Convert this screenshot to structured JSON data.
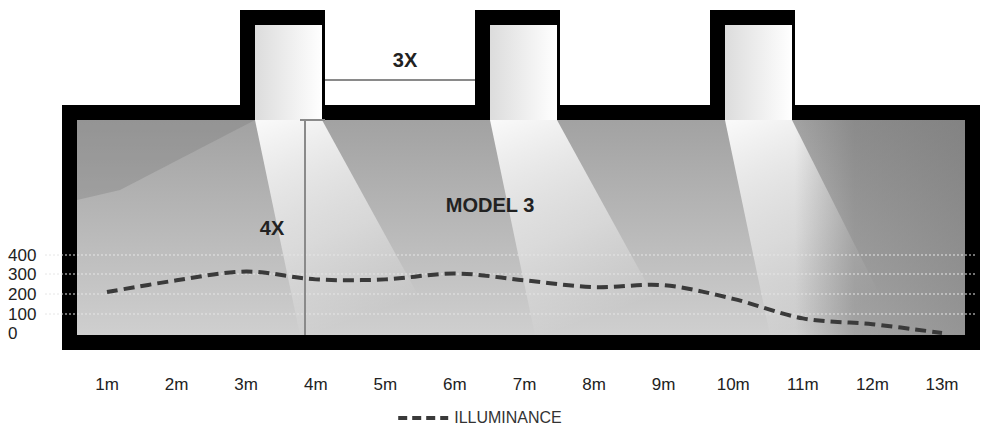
{
  "diagram": {
    "labels": [
      "3X",
      "4X",
      "MODEL 3",
      "400",
      "300",
      "200",
      "100",
      "0",
      "1m",
      "2m",
      "3m",
      "4m",
      "5m",
      "6m",
      "7m",
      "8m",
      "9m",
      "10m",
      "11m",
      "12m",
      "13m"
    ],
    "legend": [
      {
        "text": "ILLUMINANCE"
      }
    ]
  }
}
